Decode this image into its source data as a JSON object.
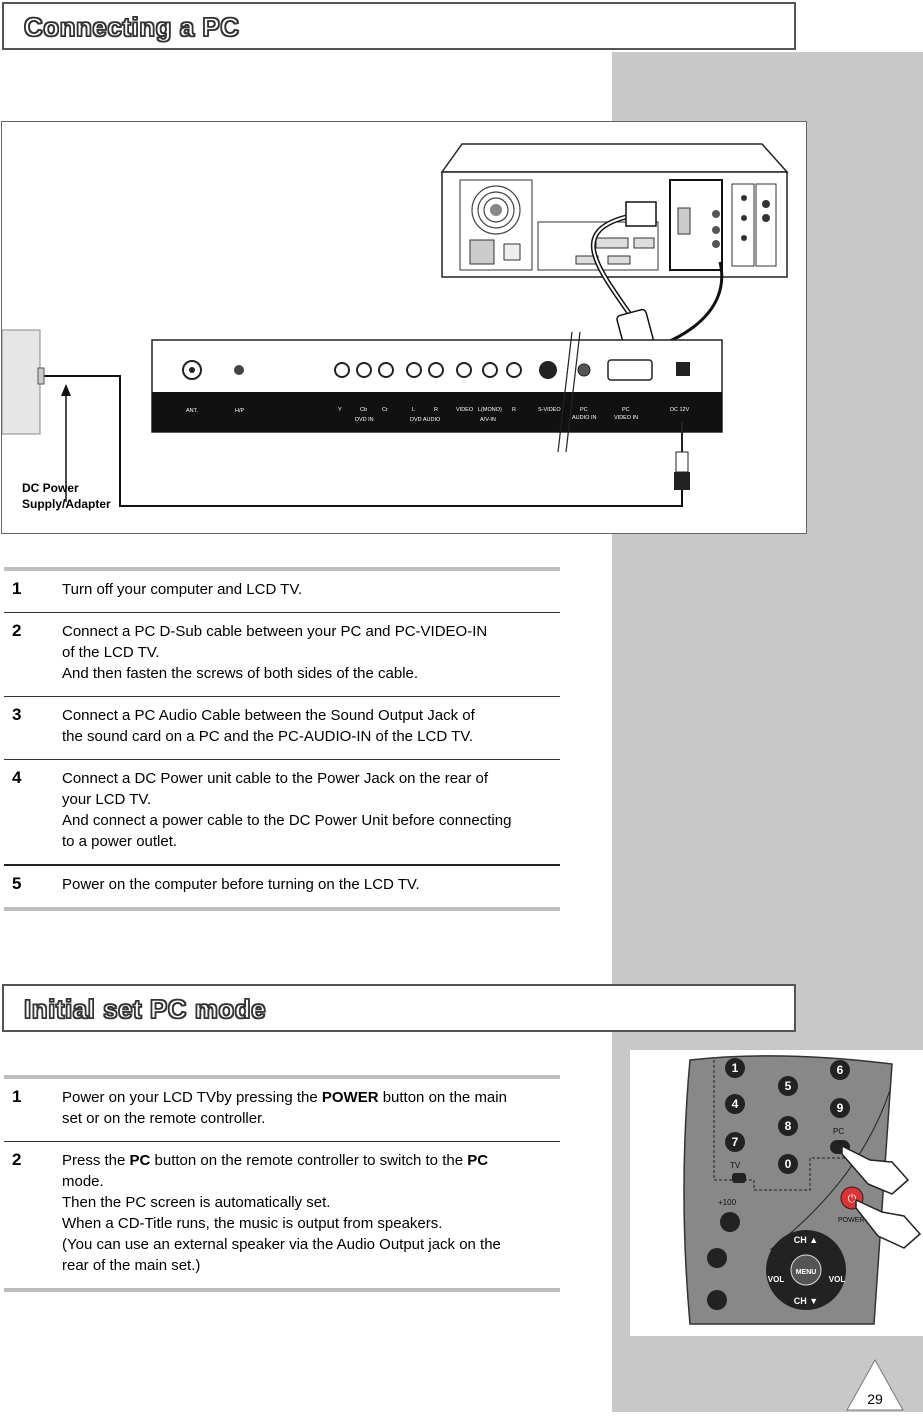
{
  "section1": {
    "title": "Connecting a PC"
  },
  "diagram": {
    "callout_line1": "DC Power",
    "callout_line2": "Supply/Adapter",
    "panel_labels": {
      "ant": "ANT.",
      "hp": "H/P",
      "y": "Y",
      "cb": "Cb",
      "cr": "Cr",
      "dvd_in": "DVD IN",
      "l": "L",
      "r": "R",
      "dvd_audio": "DVD AUDIO",
      "video": "VIDEO",
      "lmono": "L(MONO)",
      "r2": "R",
      "av_in": "A/V-IN",
      "svideo": "S-VIDEO",
      "pc_audio_1": "PC",
      "pc_audio_2": "AUDIO IN",
      "pc_video_1": "PC",
      "pc_video_2": "VIDEO IN",
      "dc12": "DC 12V"
    }
  },
  "steps1": [
    {
      "num": "1",
      "lines": [
        "Turn off your computer and LCD TV."
      ]
    },
    {
      "num": "2",
      "lines": [
        "Connect a PC D-Sub cable between your PC and PC-VIDEO-IN",
        "of the LCD TV.",
        "And then fasten the screws of both sides of the cable."
      ]
    },
    {
      "num": "3",
      "lines": [
        "Connect a PC Audio Cable between the Sound Output Jack of",
        "the sound card on a PC and the PC-AUDIO-IN of the LCD TV."
      ]
    },
    {
      "num": "4",
      "lines": [
        "Connect a DC Power unit cable to the Power Jack on the rear of",
        "your LCD TV.",
        "And connect a power cable to the DC Power Unit before connecting",
        "to a power outlet."
      ]
    },
    {
      "num": "5",
      "lines": [
        "Power on the computer before turning on the LCD TV."
      ]
    }
  ],
  "section2": {
    "title": "Initial set PC mode"
  },
  "steps2": [
    {
      "num": "1",
      "pre": "Power on your LCD TVby pressing the ",
      "bold": "POWER",
      "post": " button on the main",
      "lines": [
        "set or on the remote controller."
      ]
    },
    {
      "num": "2",
      "pre": "Press the ",
      "bold": "PC",
      "mid": " button on the remote controller to switch to the ",
      "bold2": "PC",
      "lines": [
        "mode.",
        "Then the PC screen is automatically set.",
        "When a CD-Title runs, the music is output from speakers.",
        "(You can use an external speaker via the Audio Output jack on the",
        "rear of the main set.)"
      ]
    }
  ],
  "remote": {
    "b1": "1",
    "b5": "5",
    "b6": "6",
    "b4": "4",
    "b8": "8",
    "b9": "9",
    "b7": "7",
    "b0": "0",
    "pc": "PC",
    "tv": "TV",
    "plus100": "+100",
    "power": "POWER",
    "ch_up": "CH ▲",
    "ch_down": "CH ▼",
    "vol_l": "VOL",
    "vol_r": "VOL",
    "menu": "MENU"
  },
  "page_number": "29"
}
